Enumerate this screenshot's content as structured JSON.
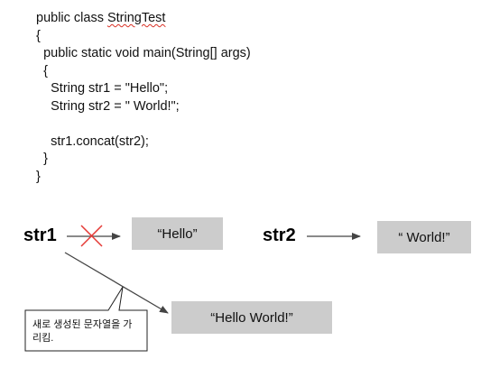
{
  "code": {
    "lines": [
      {
        "indent": "",
        "pre": "public class ",
        "squiggle": "StringTest",
        "post": ""
      },
      {
        "indent": "",
        "pre": "{",
        "squiggle": "",
        "post": ""
      },
      {
        "indent": "  ",
        "pre": "public static void main(String[] args)",
        "squiggle": "",
        "post": ""
      },
      {
        "indent": "  ",
        "pre": "{",
        "squiggle": "",
        "post": ""
      },
      {
        "indent": "    ",
        "pre": "String str1 = \"Hello\";",
        "squiggle": "",
        "post": ""
      },
      {
        "indent": "    ",
        "pre": "String str2 = \" World!\";",
        "squiggle": "",
        "post": ""
      },
      {
        "indent": "",
        "pre": "",
        "squiggle": "",
        "post": ""
      },
      {
        "indent": "    ",
        "pre": "str1.concat(str2);",
        "squiggle": "",
        "post": ""
      },
      {
        "indent": "  ",
        "pre": "}",
        "squiggle": "",
        "post": ""
      },
      {
        "indent": "",
        "pre": "}",
        "squiggle": "",
        "post": ""
      }
    ]
  },
  "diagram": {
    "str1_label": "str1",
    "str2_label": "str2",
    "hello_box": "“Hello”",
    "world_box": "“ World!”",
    "hello_world_box": "“Hello World!”",
    "callout_text": "새로 생성된 문자열을 가리킴.",
    "colors": {
      "box_fill": "#cccccc",
      "cross": "#e53935",
      "arrow": "#444444"
    }
  }
}
